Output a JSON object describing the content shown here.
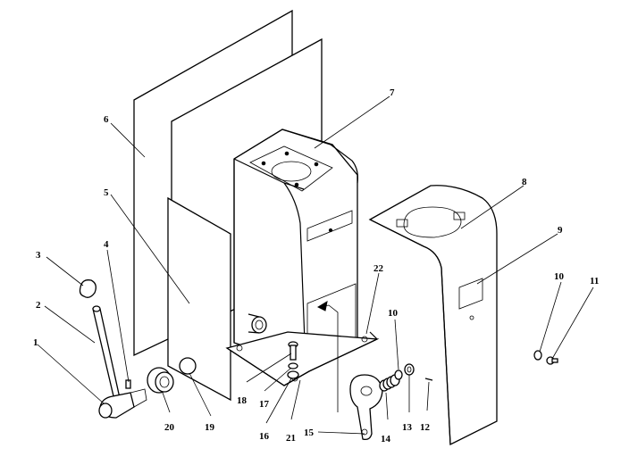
{
  "callouts": [
    {
      "id": "1",
      "text": "1"
    },
    {
      "id": "2",
      "text": "2"
    },
    {
      "id": "3",
      "text": "3"
    },
    {
      "id": "4",
      "text": "4"
    },
    {
      "id": "5",
      "text": "5"
    },
    {
      "id": "6",
      "text": "6"
    },
    {
      "id": "7",
      "text": "7"
    },
    {
      "id": "8",
      "text": "8"
    },
    {
      "id": "9",
      "text": "9"
    },
    {
      "id": "10a",
      "text": "10"
    },
    {
      "id": "10b",
      "text": "10"
    },
    {
      "id": "11",
      "text": "11"
    },
    {
      "id": "12",
      "text": "12"
    },
    {
      "id": "13",
      "text": "13"
    },
    {
      "id": "14",
      "text": "14"
    },
    {
      "id": "15",
      "text": "15"
    },
    {
      "id": "16",
      "text": "16"
    },
    {
      "id": "17",
      "text": "17"
    },
    {
      "id": "18",
      "text": "18"
    },
    {
      "id": "19",
      "text": "19"
    },
    {
      "id": "20",
      "text": "20"
    },
    {
      "id": "21",
      "text": "21"
    },
    {
      "id": "22",
      "text": "22"
    }
  ]
}
